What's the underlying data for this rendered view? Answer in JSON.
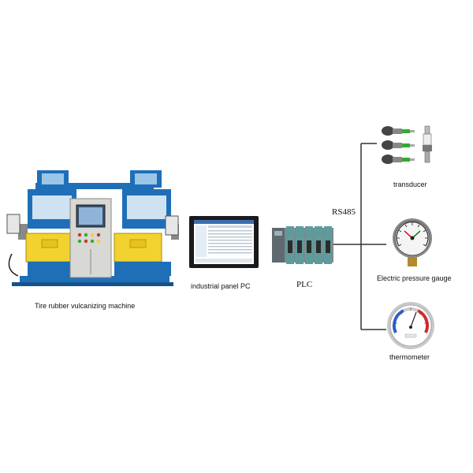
{
  "labels": {
    "machine": "Tire rubber vulcanizing machine",
    "panel_pc": "industrial panel PC",
    "plc": "PLC",
    "bus": "RS485",
    "transducer": "transducer",
    "pressure_gauge": "Electric pressure gauge",
    "thermometer": "thermometer"
  },
  "colors": {
    "machine_blue": "#1e6fb8",
    "machine_yellow": "#f2d22e",
    "cabinet_grey": "#d8d8d4",
    "plc_grey": "#7c8a90",
    "plc_teal": "#5e9c9c",
    "line": "#333333"
  },
  "icons": [
    "vulcanizing-machine-image",
    "panel-pc-image",
    "plc-image",
    "transducer-image",
    "pressure-gauge-image",
    "thermometer-image"
  ]
}
